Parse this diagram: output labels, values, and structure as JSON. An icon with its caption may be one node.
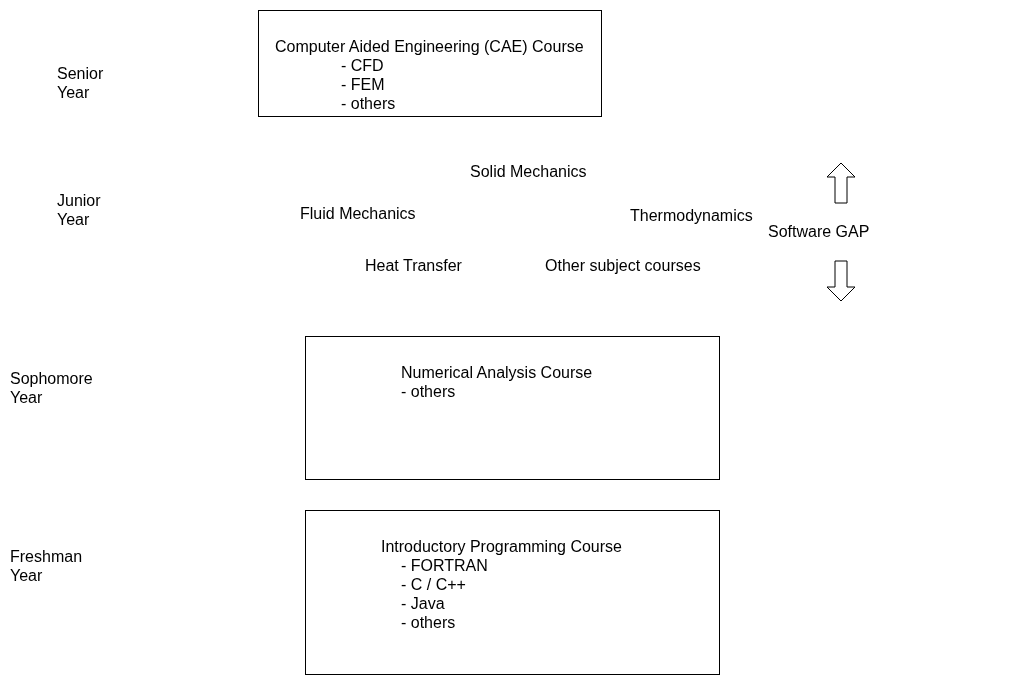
{
  "diagram": {
    "nodes": [
      {
        "text": [
          "Computer Aided Engineering (CAE) Course",
          "- CFD",
          "- FEM",
          "- others"
        ]
      },
      {
        "text": [
          "Numerical Analysis Course",
          "- others"
        ]
      },
      {
        "text": [
          "Introductory Programming Course",
          "- FORTRAN",
          "- C / C++",
          "- Java",
          "- others"
        ]
      }
    ],
    "edges": [],
    "labels": [
      "Senior Year",
      "Solid Mechanics",
      "Junior Year",
      "Fluid Mechanics",
      "Thermodynamics",
      "Software GAP",
      "Heat Transfer",
      "Other subject courses",
      "Sophomore Year",
      "Freshman Year"
    ]
  }
}
